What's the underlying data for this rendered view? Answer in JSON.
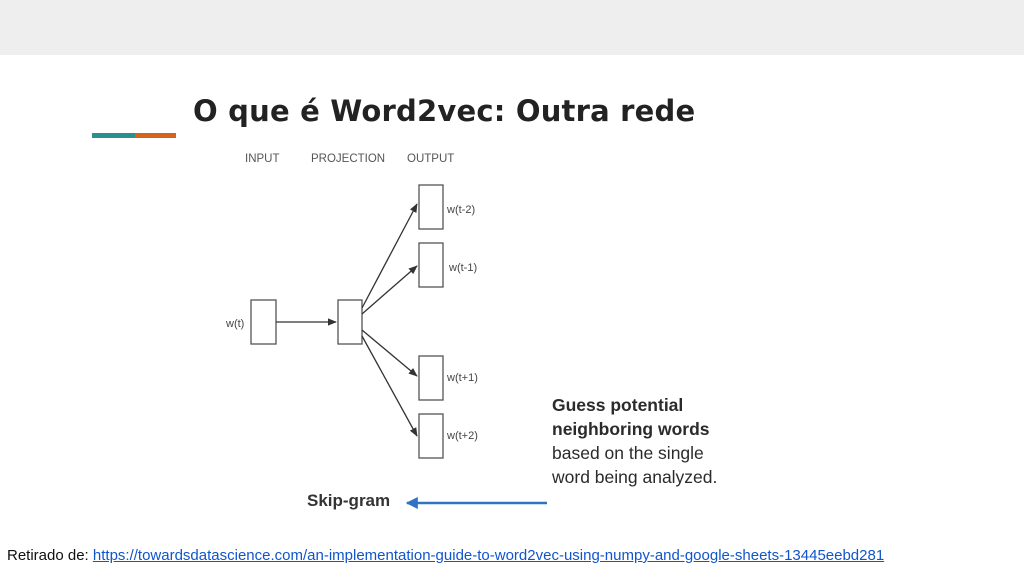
{
  "slide": {
    "title": "O que é Word2vec: Outra rede",
    "accent_colors": {
      "teal": "#2a8f8d",
      "orange": "#d5631b"
    }
  },
  "diagram": {
    "column_headers": {
      "input": "INPUT",
      "projection": "PROJECTION",
      "output": "OUTPUT"
    },
    "input_label": "w(t)",
    "output_labels": [
      "w(t-2)",
      "w(t-1)",
      "w(t+1)",
      "w(t+2)"
    ],
    "model_name": "Skip-gram",
    "arrow_color": "#2e73c4"
  },
  "caption": {
    "bold_lead": "Guess potential neighboring words",
    "rest": " based on the single word being analyzed."
  },
  "footer": {
    "prefix": "Retirado de: ",
    "link_text": "https://towardsdatascience.com/an-implementation-guide-to-word2vec-using-numpy-and-google-sheets-13445eebd281"
  }
}
